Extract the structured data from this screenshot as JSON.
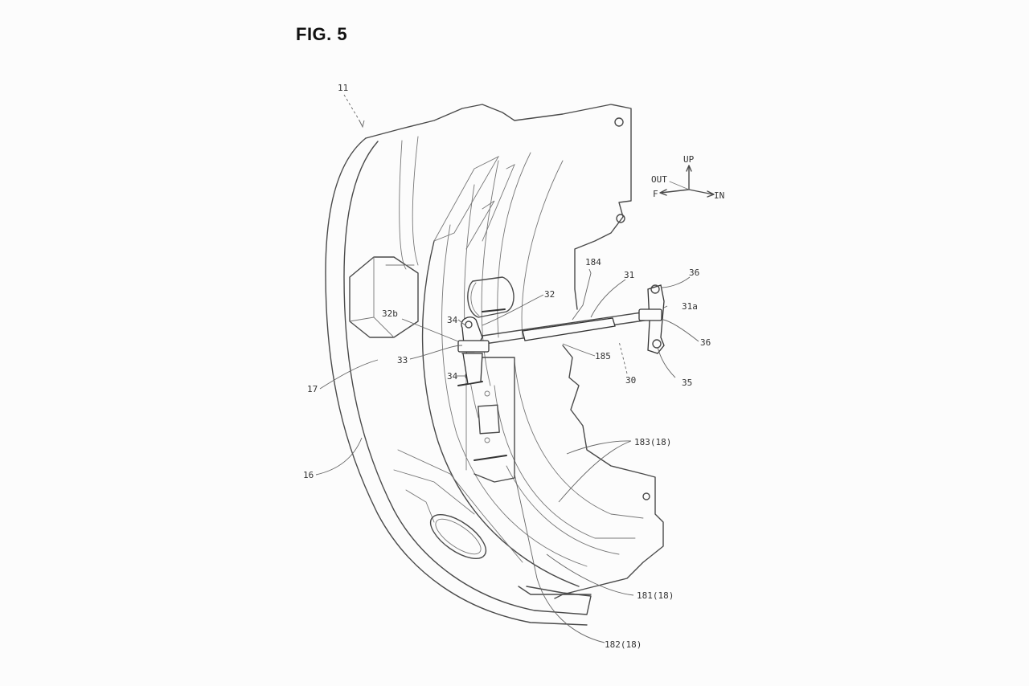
{
  "figure": {
    "title": "FIG. 5"
  },
  "labels": {
    "l11": "11",
    "l17": "17",
    "l16": "16",
    "l32b": "32b",
    "l33": "33",
    "l34a": "34",
    "l34b": "34",
    "l32": "32",
    "l184": "184",
    "l31": "31",
    "l36a": "36",
    "l31a": "31a",
    "l36b": "36",
    "l185": "185",
    "l30": "30",
    "l35": "35",
    "l183": "183(18)",
    "l181": "181(18)",
    "l182": "182(18)"
  },
  "directions": {
    "up": "UP",
    "out": "OUT",
    "f": "F",
    "in": "IN"
  }
}
